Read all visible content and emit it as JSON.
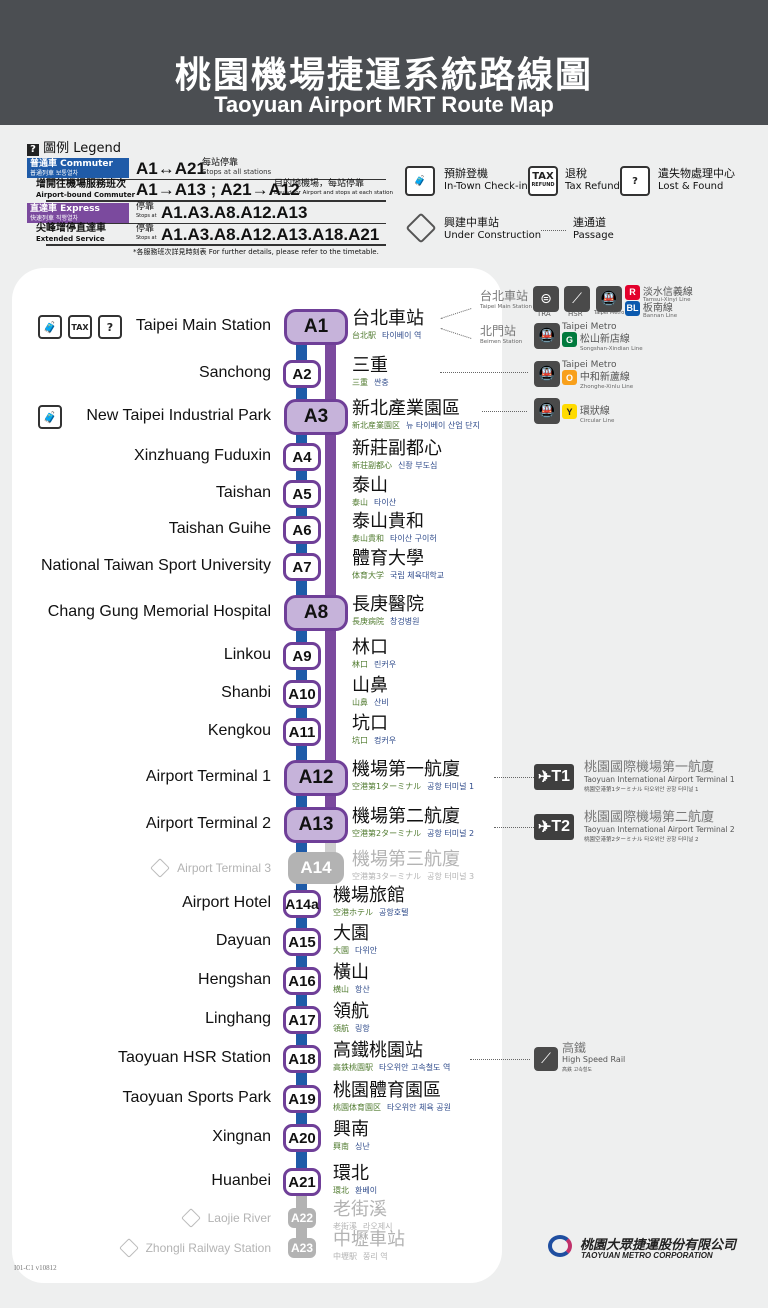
{
  "header": {
    "title_zh": "桃園機場捷運系統路線圖",
    "title_en": "Taoyuan Airport MRT Route Map"
  },
  "legend": {
    "title": "圖例 Legend",
    "commuter": {
      "zh": "普通車",
      "en": "Commuter",
      "sub": "普通列車  보통열차",
      "route": "A1↔A21",
      "note_zh": "每站停靠",
      "note_en": "Stops at all stations",
      "color": "#1f5ba8"
    },
    "airport_commuter": {
      "zh": "增開往機場服務班次",
      "en": "Airport-bound Commuter",
      "route": "A1→A13 ; A21→A12",
      "note_zh": "目的地機場，每站停靠",
      "note_en": "Bound for Airport and stops at each station"
    },
    "express": {
      "zh": "直達車",
      "en": "Express",
      "sub": "快速列車  직행열차",
      "stops_zh": "停靠",
      "stops_en": "Stops at",
      "route": "A1.A3.A8.A12.A13",
      "color": "#7b4a9e"
    },
    "extended": {
      "zh": "尖峰增停直達車",
      "en": "Extended Service",
      "stops_zh": "停靠",
      "stops_en": "Stops at",
      "route": "A1.A3.A8.A12.A13.A18.A21"
    },
    "footnote": "*各服務班次詳見時刻表 For further details, please refer to the timetable.",
    "icons": [
      {
        "icon": "check-in-icon",
        "zh": "預辦登機",
        "en": "In-Town Check-in"
      },
      {
        "icon": "tax-refund-icon",
        "glyph": "TAX",
        "glyph2": "REFUND",
        "zh": "退稅",
        "en": "Tax Refund"
      },
      {
        "icon": "lost-found-icon",
        "zh": "遺失物處理中心",
        "en": "Lost & Found"
      },
      {
        "icon": "construction-icon",
        "zh": "興建中車站",
        "en": "Under Construction"
      },
      {
        "icon": "passage-icon",
        "zh": "連通道",
        "en": "Passage"
      }
    ]
  },
  "colors": {
    "commuter_line": "#1f5ba8",
    "express_line": "#7b4a9e",
    "badge_border": "#6f3f98",
    "express_badge": "#c6b3da",
    "construction": "#b3b3b3"
  },
  "stations": [
    {
      "code": "A1",
      "en": "Taipei Main Station",
      "zh": "台北車站",
      "ja": "台北駅",
      "ko": "타이베이 역",
      "type": "express",
      "facilities": [
        "check-in",
        "tax",
        "lost"
      ]
    },
    {
      "code": "A2",
      "en": "Sanchong",
      "zh": "三重",
      "ja": "三重",
      "ko": "싼충",
      "type": "normal"
    },
    {
      "code": "A3",
      "en": "New Taipei Industrial Park",
      "zh": "新北產業園區",
      "ja": "新北産業園区",
      "ko": "뉴 타이베이 산업 단지",
      "type": "express",
      "facilities": [
        "check-in"
      ]
    },
    {
      "code": "A4",
      "en": "Xinzhuang Fuduxin",
      "zh": "新莊副都心",
      "ja": "新荘副都心",
      "ko": "신좡 부도심",
      "type": "normal"
    },
    {
      "code": "A5",
      "en": "Taishan",
      "zh": "泰山",
      "ja": "泰山",
      "ko": "타이산",
      "type": "normal"
    },
    {
      "code": "A6",
      "en": "Taishan Guihe",
      "zh": "泰山貴和",
      "ja": "泰山貴和",
      "ko": "타이산 구이허",
      "type": "normal"
    },
    {
      "code": "A7",
      "en": "National Taiwan Sport University",
      "zh": "體育大學",
      "ja": "体育大学",
      "ko": "국립 체육대학교",
      "type": "normal"
    },
    {
      "code": "A8",
      "en": "Chang Gung Memorial Hospital",
      "zh": "長庚醫院",
      "ja": "長庚病院",
      "ko": "창겅병원",
      "type": "express"
    },
    {
      "code": "A9",
      "en": "Linkou",
      "zh": "林口",
      "ja": "林口",
      "ko": "린커우",
      "type": "normal"
    },
    {
      "code": "A10",
      "en": "Shanbi",
      "zh": "山鼻",
      "ja": "山鼻",
      "ko": "산비",
      "type": "normal"
    },
    {
      "code": "A11",
      "en": "Kengkou",
      "zh": "坑口",
      "ja": "坑口",
      "ko": "컹커우",
      "type": "normal"
    },
    {
      "code": "A12",
      "en": "Airport Terminal 1",
      "zh": "機場第一航廈",
      "ja": "空港第1ターミナル",
      "ko": "공항 터미널 1",
      "type": "express"
    },
    {
      "code": "A13",
      "en": "Airport Terminal 2",
      "zh": "機場第二航廈",
      "ja": "空港第2ターミナル",
      "ko": "공항 터미널 2",
      "type": "express"
    },
    {
      "code": "A14",
      "en": "Airport Terminal 3",
      "zh": "機場第三航廈",
      "ja": "空港第3ターミナル",
      "ko": "공항 터미널 3",
      "type": "construction-big"
    },
    {
      "code": "A14a",
      "en": "Airport Hotel",
      "zh": "機場旅館",
      "ja": "空港ホテル",
      "ko": "공항호텔",
      "type": "normal"
    },
    {
      "code": "A15",
      "en": "Dayuan",
      "zh": "大園",
      "ja": "大園",
      "ko": "다위안",
      "type": "normal"
    },
    {
      "code": "A16",
      "en": "Hengshan",
      "zh": "橫山",
      "ja": "横山",
      "ko": "항산",
      "type": "normal"
    },
    {
      "code": "A17",
      "en": "Linghang",
      "zh": "領航",
      "ja": "領航",
      "ko": "링항",
      "type": "normal"
    },
    {
      "code": "A18",
      "en": "Taoyuan HSR Station",
      "zh": "高鐵桃園站",
      "ja": "高鉄桃園駅",
      "ko": "타오위안 고속철도 역",
      "type": "normal"
    },
    {
      "code": "A19",
      "en": "Taoyuan Sports Park",
      "zh": "桃園體育園區",
      "ja": "桃園体育園区",
      "ko": "타오위안 체육 공원",
      "type": "normal"
    },
    {
      "code": "A20",
      "en": "Xingnan",
      "zh": "興南",
      "ja": "興南",
      "ko": "싱난",
      "type": "normal"
    },
    {
      "code": "A21",
      "en": "Huanbei",
      "zh": "環北",
      "ja": "環北",
      "ko": "환베이",
      "type": "normal"
    },
    {
      "code": "A22",
      "en": "Laojie River",
      "zh": "老街溪",
      "ja": "老街溪",
      "ko": "라오제시",
      "type": "construction"
    },
    {
      "code": "A23",
      "en": "Zhongli Railway Station",
      "zh": "中壢車站",
      "ja": "中壢駅",
      "ko": "쭝리 역",
      "type": "construction"
    }
  ],
  "transfers": {
    "taipei": {
      "zh": "台北車站",
      "en": "Taipei Main Station",
      "tra": "TRA",
      "hsr": "HSR",
      "metro": "Taipei Metro",
      "r_code": "R",
      "r_zh": "淡水信義線",
      "r_en": "Tamsui-Xinyi Line",
      "bl_code": "BL",
      "bl_zh": "板南線",
      "bl_en": "Bannan Line",
      "r_color": "#e3002c",
      "bl_color": "#0a59ae"
    },
    "beimen": {
      "zh": "北門站",
      "en": "Beimen Station",
      "metro": "Taipei Metro",
      "code": "G",
      "line_zh": "松山新店線",
      "line_en": "Songshan-Xindian Line",
      "color": "#007a3d"
    },
    "sanchong": {
      "metro": "Taipei Metro",
      "code": "O",
      "line_zh": "中和新蘆線",
      "line_en": "Zhonghe-Xinlu Line",
      "color": "#f8a01b"
    },
    "circular": {
      "code": "Y",
      "line_zh": "環狀線",
      "line_en": "Circular Line",
      "color": "#ffdb00"
    },
    "t1": {
      "badge": "T1",
      "zh": "桃園國際機場第一航廈",
      "en": "Taoyuan International Airport Terminal 1",
      "sub": "桃園空港第1ターミナル 타오위안 공항 터미널 1"
    },
    "t2": {
      "badge": "T2",
      "zh": "桃園國際機場第二航廈",
      "en": "Taoyuan International Airport Terminal 2",
      "sub": "桃園空港第2ターミナル 타오위안 공항 터미널 2"
    },
    "hsr": {
      "zh": "高鐵",
      "en": "High Speed Rail",
      "sub": "高鉄 고속철도"
    }
  },
  "footer": {
    "version": "I01-C1 v10812",
    "logo_zh": "桃園大眾捷運股份有限公司",
    "logo_en": "TAOYUAN METRO CORPORATION"
  }
}
